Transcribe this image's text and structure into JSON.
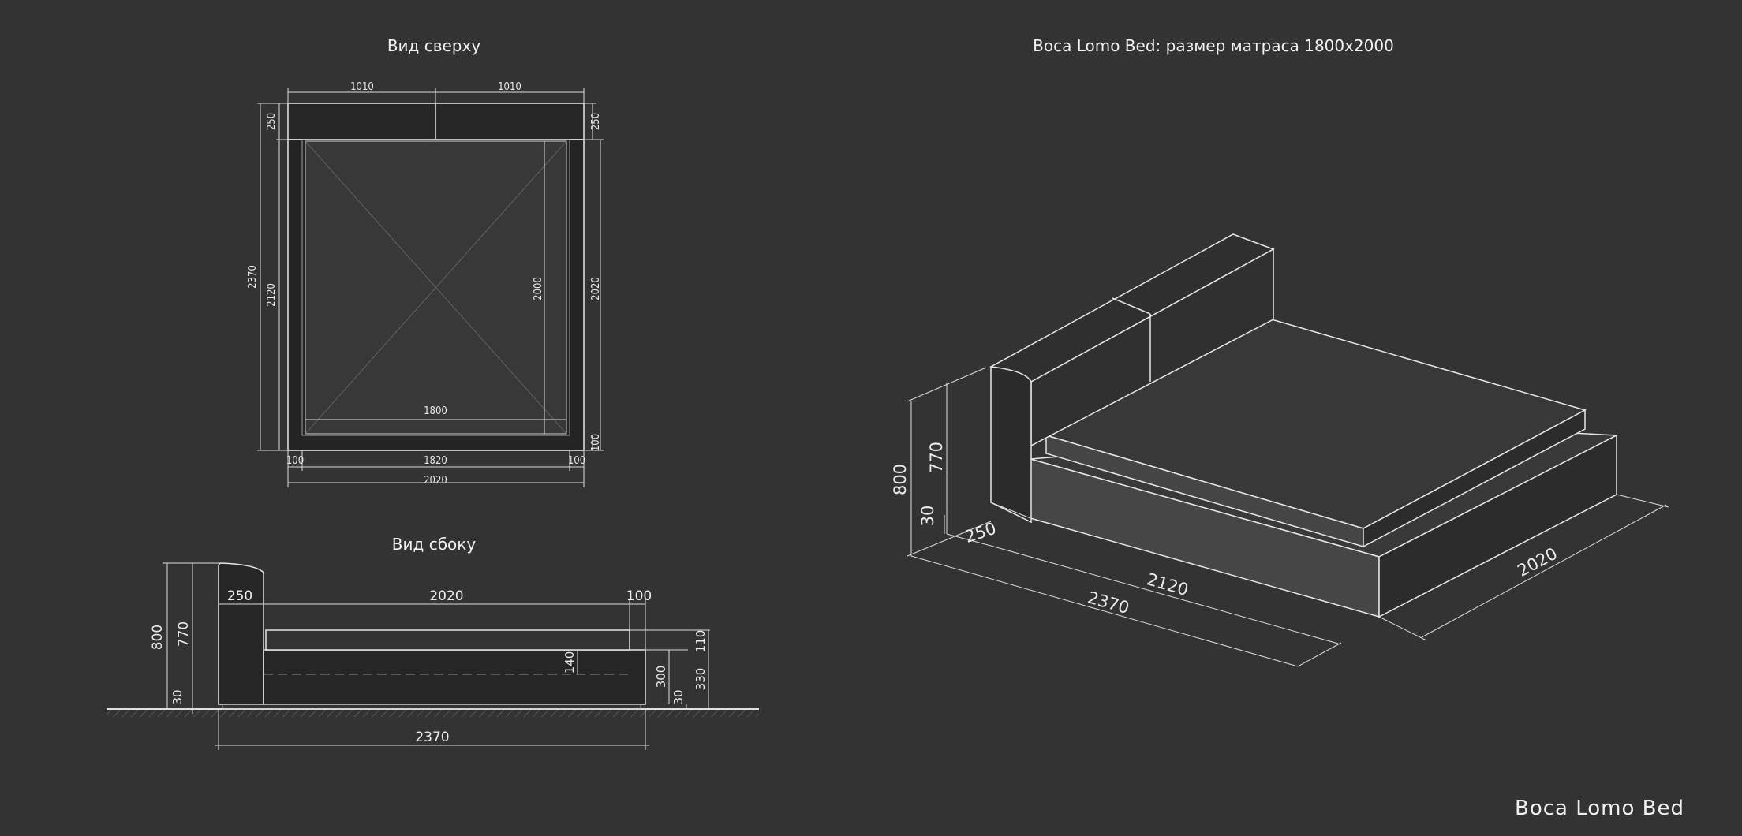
{
  "titles": {
    "top_view": "Вид сверху",
    "side_view": "Вид сбоку",
    "iso_view": "Boca Lomo Bed: размер матраса 1800x2000",
    "brand": "Boca Lomo Bed"
  },
  "top_view": {
    "headboard_left": "1010",
    "headboard_right": "1010",
    "headboard_depth_left": "250",
    "headboard_depth_right": "250",
    "overall_length": "2370",
    "inner_length": "2120",
    "mattress_length": "2000",
    "frame_length": "2020",
    "mattress_width": "1800",
    "inner_width": "1820",
    "overall_width": "2020",
    "side_left": "100",
    "side_right": "100",
    "foot": "100"
  },
  "side_view": {
    "headboard_depth": "250",
    "frame_length": "2020",
    "foot": "100",
    "total_height": "800",
    "headboard_height": "770",
    "leg_left": "30",
    "mattress_height": "110",
    "mattress_sink": "140",
    "base_height": "300",
    "leg_right": "30",
    "base_total": "330",
    "overall_length": "2370"
  },
  "iso_view": {
    "total_height": "800",
    "headboard_height": "770",
    "leg": "30",
    "headboard_depth": "250",
    "inner_length": "2120",
    "overall_length": "2370",
    "width": "2020"
  },
  "colors": {
    "background": "#333333",
    "line": "#e6e6e6",
    "panel": "#2a2a2a",
    "panel_light": "#444444"
  }
}
